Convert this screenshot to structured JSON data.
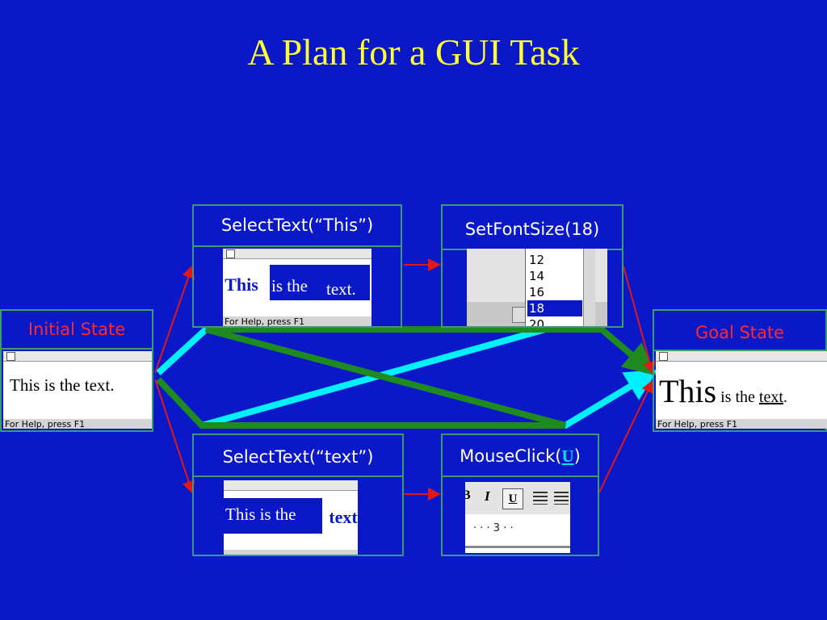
{
  "title": "A Plan for a GUI Task",
  "initial_state": {
    "label": "Initial State",
    "doc_text": "This is the text.",
    "status": "For Help, press F1"
  },
  "goal_state": {
    "label": "Goal State",
    "word_large": "This",
    "middle": " is the ",
    "word_underlined": "text",
    "period": ".",
    "status": "For Help, press F1"
  },
  "select_this": {
    "label": "SelectText(“This”)",
    "selected": "This",
    "rest_1": "is the",
    "rest_2": "text.",
    "status": "For Help, press F1"
  },
  "set_font_size": {
    "label": "SetFontSize(18)",
    "options": [
      "12",
      "14",
      "16",
      "18",
      "20"
    ],
    "selected": "18"
  },
  "select_text": {
    "label": "SelectText(“text”)",
    "prefix": "This is the ",
    "selected": "text"
  },
  "mouse_click": {
    "label_prefix": "MouseClick(",
    "label_icon": "U",
    "label_suffix": ")",
    "toolbar": [
      "B",
      "I",
      "U"
    ],
    "ruler": "· · · 3 · ·"
  },
  "colors": {
    "background": "#0a18c8",
    "title": "#ffff33",
    "box_border": "#3c9a74",
    "state_label": "#ff2a2a",
    "step_arrow": "#e01818",
    "path_green": "#1f8a1f",
    "path_cyan": "#00f0ff",
    "selection": "#0a18c8"
  }
}
